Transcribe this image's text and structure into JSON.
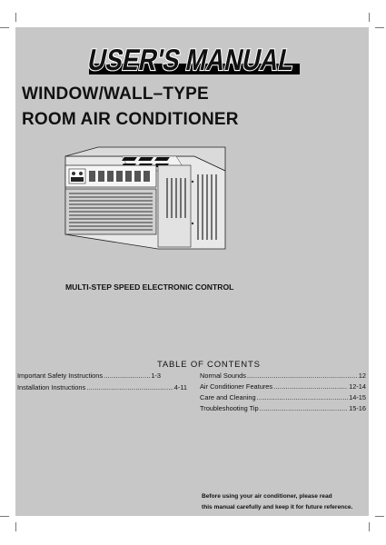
{
  "banner_title": "USER'S MANUAL",
  "title_line1": "WINDOW/WALL–TYPE",
  "title_line2": "ROOM AIR CONDITIONER",
  "control_caption": "MULTI-STEP SPEED ELECTRONIC CONTROL",
  "toc": {
    "heading": "TABLE OF CONTENTS",
    "left": [
      {
        "label": "Important Safety Instructions",
        "page": "1-3"
      },
      {
        "label": "Installation Instructions",
        "page": "4-11"
      }
    ],
    "right": [
      {
        "label": "Normal Sounds",
        "page": "12"
      },
      {
        "label": "Air Conditioner Features",
        "page": "12-14"
      },
      {
        "label": "Care and Cleaning",
        "page": "14-15"
      },
      {
        "label": "Troubleshooting Tip",
        "page": "15-16"
      }
    ]
  },
  "note_line1": "Before using your air conditioner, please read",
  "note_line2": "this manual carefully and keep it for future reference."
}
